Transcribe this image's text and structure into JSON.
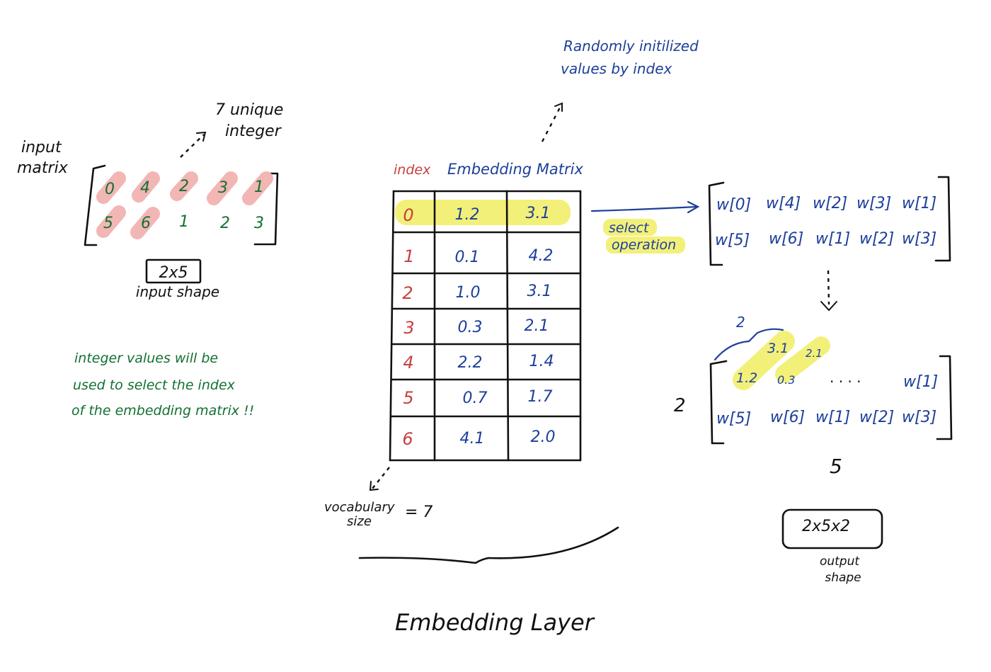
{
  "colors": {
    "ink": "#111111",
    "blue": "#1d3f9a",
    "green": "#137033",
    "red": "#c6403f",
    "highlight_yellow": "#f3f07a",
    "highlight_pink": "#f2b6b4"
  },
  "input": {
    "label_line1": "input",
    "label_line2": "matrix",
    "row1": [
      "0",
      "4",
      "2",
      "3",
      "1"
    ],
    "row2": [
      "5",
      "6",
      "1",
      "2",
      "3"
    ],
    "shape": "2x5",
    "shape_label": "input shape",
    "unique_line1": "7 unique",
    "unique_line2": "integer"
  },
  "note": {
    "line1": "integer values will be",
    "line2": "used to select the index",
    "line3": "of the embedding matrix !!"
  },
  "random_note": {
    "line1": "Randomly initilized",
    "line2": "values by index"
  },
  "embedding": {
    "index_header": "index",
    "matrix_header": "Embedding Matrix",
    "indices": [
      "0",
      "1",
      "2",
      "3",
      "4",
      "5",
      "6"
    ],
    "col1": [
      "1.2",
      "0.1",
      "1.0",
      "0.3",
      "2.2",
      "0.7",
      "4.1"
    ],
    "col2": [
      "3.1",
      "4.2",
      "3.1",
      "2.1",
      "1.4",
      "1.7",
      "2.0"
    ]
  },
  "select_op": {
    "line1": "select",
    "line2": "operation"
  },
  "selected": {
    "row1": [
      "w[0]",
      "w[4]",
      "w[2]",
      "w[3]",
      "w[1]"
    ],
    "row2": [
      "w[5]",
      "w[6]",
      "w[1]",
      "w[2]",
      "w[3]"
    ]
  },
  "output": {
    "brace_label": "2",
    "v1": "1.2",
    "v2": "3.1",
    "v3": "0.3",
    "v4": "2.1",
    "dots": ". . . .",
    "last": "w[1]",
    "row2": [
      "w[5]",
      "w[6]",
      "w[1]",
      "w[2]",
      "w[3]"
    ],
    "rows_label": "2",
    "cols_label": "5",
    "shape": "2x5x2",
    "shape_label_line1": "output",
    "shape_label_line2": "shape"
  },
  "vocab": {
    "line1": "vocabulary",
    "line2": "size",
    "value": "= 7"
  },
  "footer": {
    "title": "Embedding Layer"
  }
}
